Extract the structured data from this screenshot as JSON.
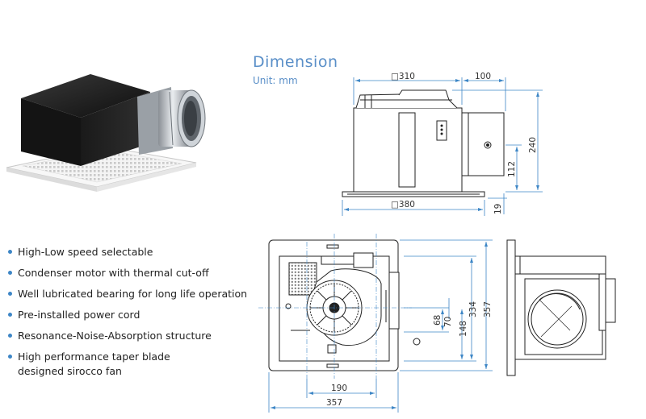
{
  "header": {
    "title": "Dimension",
    "unit": "Unit: mm"
  },
  "features": [
    {
      "line1": "High-Low speed selectable",
      "line2": ""
    },
    {
      "line1": "Condenser motor with thermal cut-off",
      "line2": ""
    },
    {
      "line1": "Well lubricated bearing for long life operation",
      "line2": ""
    },
    {
      "line1": "Pre-installed power cord",
      "line2": ""
    },
    {
      "line1": "Resonance-Noise-Absorption structure",
      "line2": ""
    },
    {
      "line1": "High performance taper blade",
      "line2": "designed sirocco fan"
    }
  ],
  "dimensions": {
    "top_width": "□310",
    "duct_length": "100",
    "total_height": "240",
    "duct_height": "112",
    "grille_width": "□380",
    "grille_thickness": "19",
    "inner_a": "68",
    "inner_b": "70",
    "inner_c": "148",
    "inner_d": "334",
    "outer_height": "357",
    "bottom_inner": "190",
    "bottom_outer": "357"
  },
  "colors": {
    "accent": "#5a8fc8",
    "bullet": "#3d86c6",
    "dimension_line": "#3d86c6",
    "drawing_line": "#222222"
  }
}
